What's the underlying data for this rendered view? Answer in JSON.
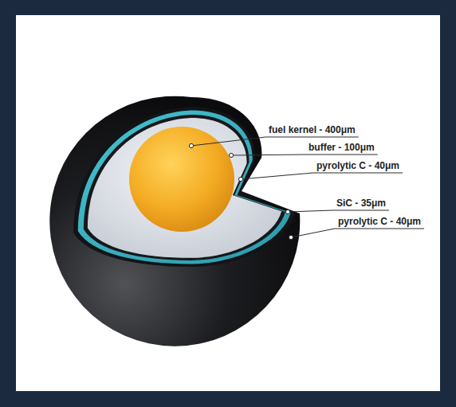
{
  "diagram": {
    "labels": [
      "fuel kernel - 400μm",
      "buffer - 100μm",
      "pyrolytic C - 40μm",
      "SiC - 35μm",
      "pyrolytic C - 40μm"
    ]
  }
}
